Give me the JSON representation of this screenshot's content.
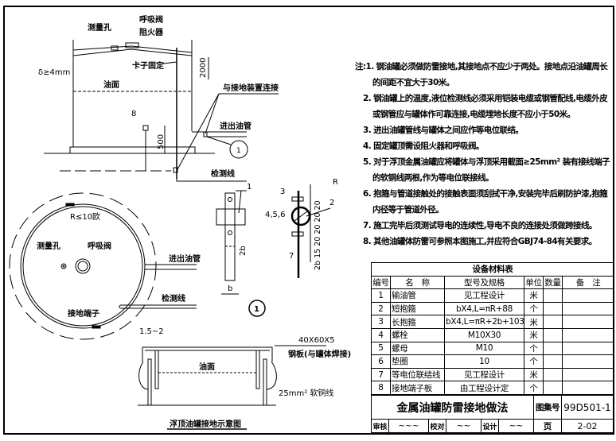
{
  "elevation": {
    "measure_hole": "测量孔",
    "breather_valve": "呼吸阀",
    "flame_arrester": "阻火器",
    "clamp_fix": "卡子固定",
    "dim_2000": "2000",
    "thickness": "δ≥4mm",
    "oil_surface": "油面",
    "ground_connect": "与接地装置连接",
    "item_8": "8",
    "dim_500": "500",
    "inout_pipe": "进出油管",
    "detect_line": "检测线",
    "detail_ref": "1"
  },
  "plan": {
    "resistance": "R≤10欧",
    "measure_hole": "测量孔",
    "breather_valve": "呼吸阀",
    "inout_pipe": "进出油管",
    "detect_line": "检测线",
    "ground_terminal": "接地端子"
  },
  "detail": {
    "label_1": "1",
    "label_2": "2",
    "label_3": "3",
    "label_456": "4,5,6",
    "label_7": "7",
    "label_R": "R",
    "dim_2b": "2b",
    "dim_b": "b",
    "dim_stack": "2b 15 20 20 20 20",
    "detail_no": "1"
  },
  "floating": {
    "gap": "1.5~2",
    "plate": "40X60X5",
    "plate_note": "钢板(与罐体焊接)",
    "oil_surface": "油面",
    "wire": "25mm² 软铜线",
    "title": "浮顶油罐接地示意图"
  },
  "notes": [
    "注:1. 钢油罐必须做防雷接地,其接地点不应少于两处。接地点沿油罐周长的间距不宜大于30米。",
    "2. 钢油罐上的温度,液位检测线必须采用铠装电缆或钢管配线,电缆外皮或钢管应与罐体作可靠连接,电缆埋地长度不应小于50米。",
    "3. 进出油罐管线与罐体之间应作等电位联结。",
    "4. 固定罐顶需设阻火器和呼吸阀。",
    "5. 对于浮顶金属油罐应将罐体与浮顶采用截面≥25mm² 装有接线端子的软铜线两根,作为等电位联接线。",
    "6. 抱箍与管道接触处的接触表面须刮拭干净,安装完毕后刷防护漆,抱箍内径等于管道外径。",
    "7. 施工完毕后须测试导电的连续性,导电不良的连接处须做跨接线。",
    "8. 其他油罐体防雷可参照本图施工,并应符合GBJ74-84有关要求。"
  ],
  "table": {
    "title": "设备材料表",
    "headers": [
      "编号",
      "名　称",
      "型号及规格",
      "单位",
      "数量",
      "备　注"
    ],
    "rows": [
      [
        "1",
        "输油管",
        "见工程设计",
        "米",
        "",
        ""
      ],
      [
        "2",
        "短抱箍",
        "bX4,L=πR+88",
        "个",
        "",
        ""
      ],
      [
        "3",
        "长抱箍",
        "bX4,L=πR+2b+103",
        "米",
        "",
        ""
      ],
      [
        "4",
        "螺栓",
        "M10X30",
        "米",
        "",
        ""
      ],
      [
        "5",
        "螺母",
        "M10",
        "个",
        "",
        ""
      ],
      [
        "6",
        "垫圈",
        "10",
        "个",
        "",
        ""
      ],
      [
        "7",
        "等电位联结线",
        "见工程设计",
        "米",
        "",
        ""
      ],
      [
        "8",
        "接地端子板",
        "由工程设计定",
        "个",
        "",
        ""
      ]
    ]
  },
  "titleblock": {
    "title": "金属油罐防雷接地做法",
    "atlas_label": "图集号",
    "atlas_no": "99D501-1",
    "review": "审核",
    "check": "校对",
    "design": "设计",
    "page_label": "页",
    "page_no": "2-02"
  }
}
